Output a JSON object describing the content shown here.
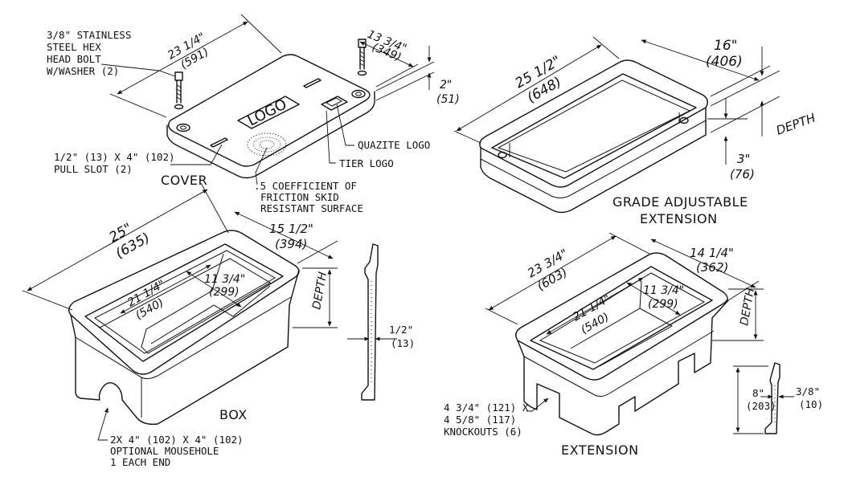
{
  "titles": {
    "cover": "COVER",
    "box": "BOX",
    "grade": "GRADE ADJUSTABLE",
    "grade2": "EXTENSION",
    "extension": "EXTENSION"
  },
  "cover": {
    "bolt1": "3/8\" STAINLESS",
    "bolt2": "STEEL HEX",
    "bolt3": "HEAD BOLT",
    "bolt4": "W/WASHER (2)",
    "len": "23 1/4\"",
    "len_mm": "(591)",
    "wid": "13 3/4\"",
    "wid_mm": "(349)",
    "thk": "2\"",
    "thk_mm": "(51)",
    "logo": "LOGO",
    "pull1": "1/2\" (13) X 4\" (102)",
    "pull2": "PULL SLOT (2)",
    "quazite": "QUAZITE LOGO",
    "tier": "TIER LOGO",
    "skid1": ".5 COEFFICIENT OF",
    "skid2": "FRICTION SKID",
    "skid3": "RESISTANT SURFACE"
  },
  "grade": {
    "len": "25 1/2\"",
    "len_mm": "(648)",
    "wid": "16\"",
    "wid_mm": "(406)",
    "depth": "DEPTH",
    "h": "3\"",
    "h_mm": "(76)"
  },
  "box": {
    "len": "25\"",
    "len_mm": "(635)",
    "wid": "15 1/2\"",
    "wid_mm": "(394)",
    "in_len": "21 1/4\"",
    "in_len_mm": "(540)",
    "in_wid": "11 3/4\"",
    "in_wid_mm": "(299)",
    "depth": "DEPTH",
    "wall": "1/2\"",
    "wall_mm": "(13)",
    "mouse1": "2X 4\" (102) X 4\" (102)",
    "mouse2": "OPTIONAL MOUSEHOLE",
    "mouse3": "1 EACH END"
  },
  "extension": {
    "len": "23 3/4\"",
    "len_mm": "(603)",
    "wid": "14 1/4\"",
    "wid_mm": "(362)",
    "in_len": "21 1/4\"",
    "in_len_mm": "(540)",
    "in_wid": "11 3/4\"",
    "in_wid_mm": "(299)",
    "depth": "DEPTH",
    "h": "8\"",
    "h_mm": "(203)",
    "wall": "3/8\"",
    "wall_mm": "(10)",
    "ko1": "4 3/4\" (121) X",
    "ko2": "4 5/8\" (117)",
    "ko3": "KNOCKOUTS (6)"
  }
}
